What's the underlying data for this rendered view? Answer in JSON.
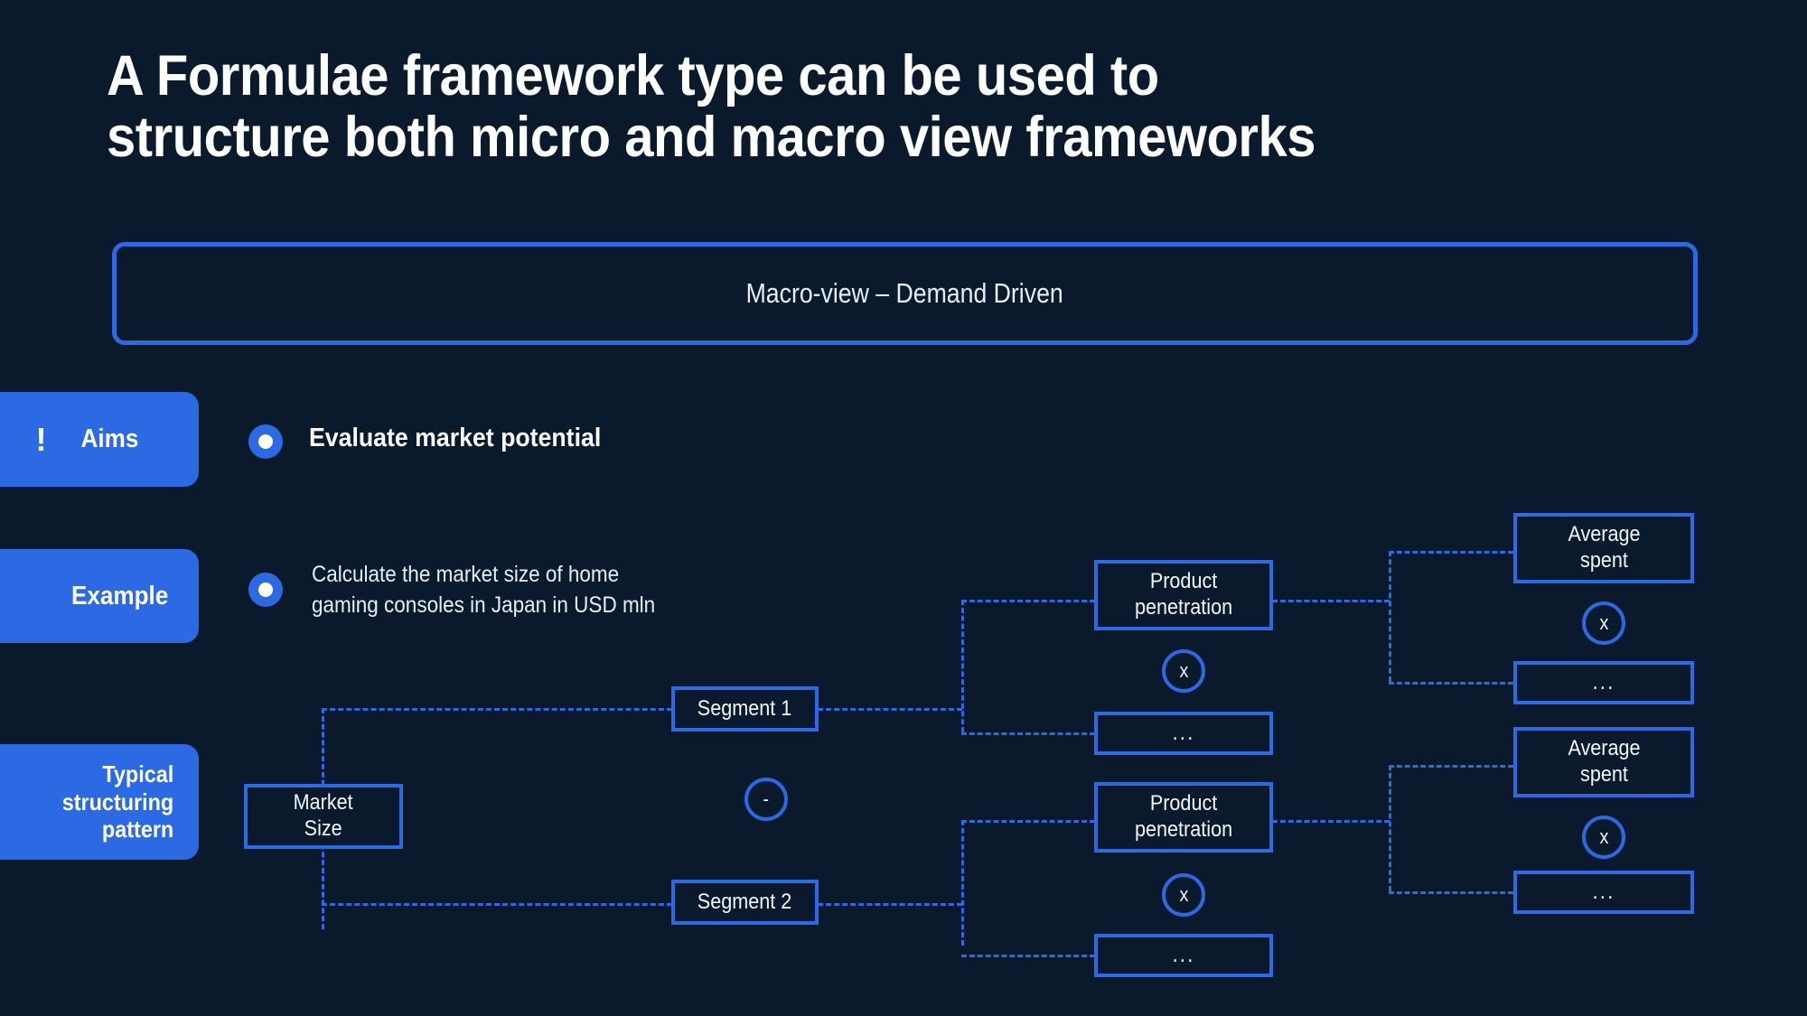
{
  "slide": {
    "title": "A Formulae framework type can be used to\nstructure both micro and macro view frameworks",
    "header_box_label": "Macro-view – Demand Driven",
    "accent_color": "#2b6ae3",
    "background_color": "#0a1a2c",
    "text_color": "#ffffff"
  },
  "tabs": [
    {
      "id": "aims",
      "label": "Aims",
      "icon": "exclamation-icon"
    },
    {
      "id": "example",
      "label": "Example",
      "icon": ""
    },
    {
      "id": "pattern",
      "label": "Typical\nstructuring\npattern",
      "icon": ""
    }
  ],
  "rows": {
    "aims": {
      "bullet_text": "Evaluate market potential"
    },
    "example": {
      "bullet_text": "Calculate the market size of home\ngaming consoles in Japan in USD mln"
    }
  },
  "diagram": {
    "nodes": {
      "market_size": "Market\nSize",
      "segment_1": "Segment 1",
      "segment_2": "Segment 2",
      "product_penetration_1": "Product\npenetration",
      "product_penetration_2": "Product\npenetration",
      "ellipsis_seg1": "...",
      "ellipsis_seg2": "...",
      "average_spent_1": "Average\nspent",
      "average_spent_2": "Average\nspent",
      "ellipsis_avg1": "...",
      "ellipsis_avg2": "..."
    },
    "operators": {
      "market_split": "-",
      "seg1_multiply": "x",
      "seg2_multiply": "x",
      "avg1_multiply": "x",
      "avg2_multiply": "x"
    }
  }
}
